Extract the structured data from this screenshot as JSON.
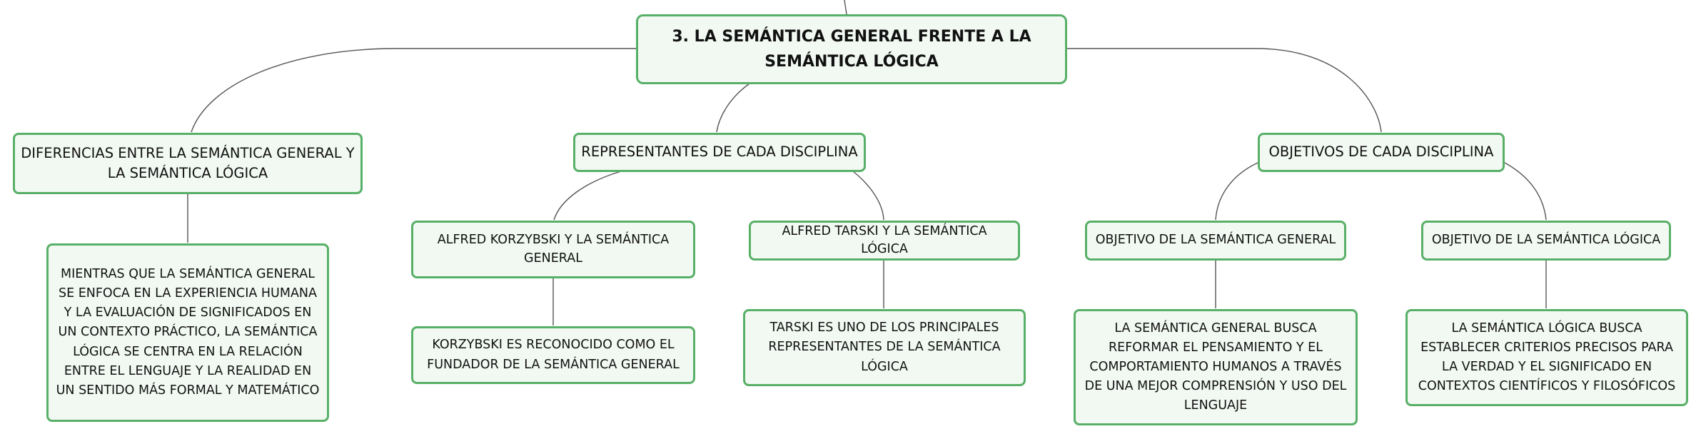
{
  "root": {
    "title": "3. LA SEMÁNTICA GENERAL FRENTE A LA SEMÁNTICA LÓGICA"
  },
  "branches": {
    "diferencias": {
      "label": "DIFERENCIAS ENTRE LA SEMÁNTICA GENERAL Y LA SEMÁNTICA LÓGICA",
      "detail": "MIENTRAS QUE LA SEMÁNTICA GENERAL SE ENFOCA EN LA EXPERIENCIA HUMANA Y LA EVALUACIÓN DE SIGNIFICADOS EN UN CONTEXTO PRÁCTICO, LA SEMÁNTICA LÓGICA SE CENTRA EN LA RELACIÓN ENTRE EL LENGUAJE Y LA REALIDAD EN UN SENTIDO MÁS FORMAL Y MATEMÁTICO"
    },
    "representantes": {
      "label": "REPRESENTANTES DE CADA DISCIPLINA",
      "korzybski": {
        "label": "ALFRED KORZYBSKI Y LA SEMÁNTICA GENERAL",
        "detail": "KORZYBSKI ES RECONOCIDO COMO EL FUNDADOR DE LA SEMÁNTICA GENERAL"
      },
      "tarski": {
        "label": "ALFRED TARSKI Y LA SEMÁNTICA LÓGICA",
        "detail": "TARSKI ES UNO DE LOS PRINCIPALES REPRESENTANTES DE LA SEMÁNTICA LÓGICA"
      }
    },
    "objetivos": {
      "label": "OBJETIVOS DE CADA DISCIPLINA",
      "general": {
        "label": "OBJETIVO DE LA SEMÁNTICA GENERAL",
        "detail": "LA SEMÁNTICA GENERAL BUSCA REFORMAR EL PENSAMIENTO Y EL COMPORTAMIENTO HUMANOS A TRAVÉS DE UNA MEJOR COMPRENSIÓN Y USO DEL LENGUAJE"
      },
      "logica": {
        "label": "OBJETIVO DE LA SEMÁNTICA LÓGICA",
        "detail": "LA SEMÁNTICA LÓGICA BUSCA ESTABLECER CRITERIOS PRECISOS PARA LA VERDAD Y EL SIGNIFICADO EN CONTEXTOS CIENTÍFICOS Y FILOSÓFICOS"
      }
    }
  },
  "colors": {
    "border": "#58b068",
    "fill": "#f2f9f3",
    "line": "#555555",
    "text": "#111111"
  }
}
